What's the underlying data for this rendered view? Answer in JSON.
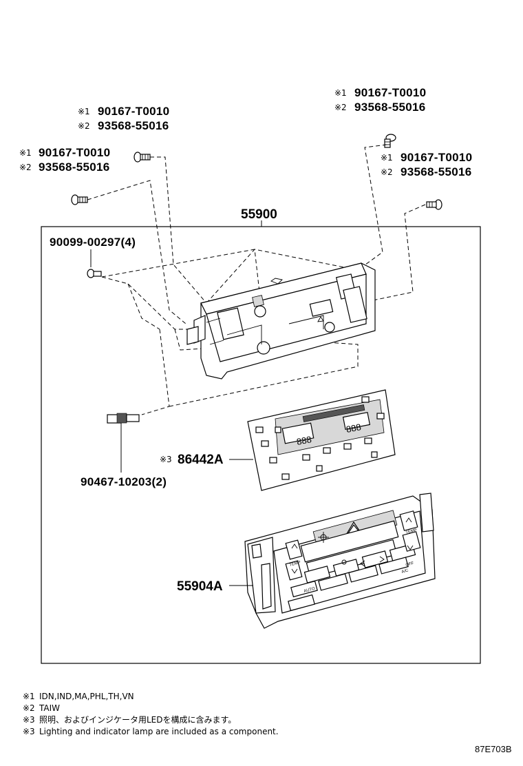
{
  "diagram": {
    "assembly_number": "55900",
    "labels": {
      "screw_a": {
        "mark1": "※1",
        "code1": "90167-T0010",
        "mark2": "※2",
        "code2": "93568-55016"
      },
      "screw_b": {
        "mark1": "※1",
        "code1": "90167-T0010",
        "mark2": "※2",
        "code2": "93568-55016"
      },
      "screw_c": {
        "mark1": "※1",
        "code1": "90167-T0010",
        "mark2": "※2",
        "code2": "93568-55016"
      },
      "screw_d": {
        "mark1": "※1",
        "code1": "90167-T0010",
        "mark2": "※2",
        "code2": "93568-55016"
      },
      "small_screw": "90099-00297(4)",
      "bulb": "90467-10203(2)",
      "board": {
        "mark": "※3",
        "code": "86442A"
      },
      "panel": "55904A"
    },
    "notes": [
      {
        "mark": "※1",
        "text": "IDN,IND,MA,PHL,TH,VN"
      },
      {
        "mark": "※2",
        "text": "TAIW"
      },
      {
        "mark": "※3",
        "text": "照明、およびインジケータ用LEDを構成に含みます。"
      },
      {
        "mark": "※3",
        "text": "Lighting and indicator lamp are included as a component."
      }
    ],
    "figure_code": "87E703B",
    "panel_button_text": {
      "auto": "AUTO",
      "temp_left": "TEMP",
      "temp_right": "TEMP",
      "off": "OFF",
      "ac": "A/C"
    }
  }
}
